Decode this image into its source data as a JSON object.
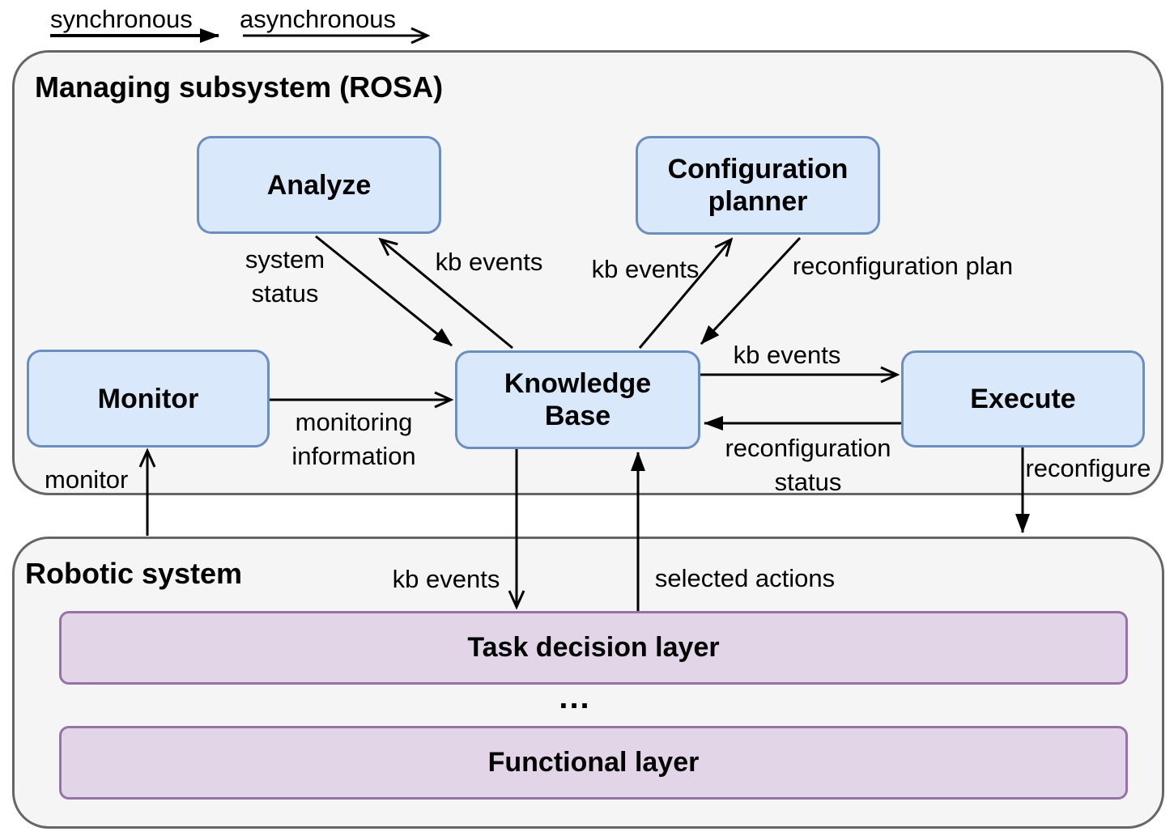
{
  "legend": {
    "synchronous_label": "synchronous",
    "asynchronous_label": "asynchronous"
  },
  "containers": {
    "managing": {
      "title": "Managing subsystem (ROSA)"
    },
    "robotic": {
      "title": "Robotic system"
    }
  },
  "nodes": {
    "analyze": {
      "label": "Analyze"
    },
    "configuration_planner": {
      "label": "Configuration\nplanner"
    },
    "monitor": {
      "label": "Monitor"
    },
    "knowledge_base": {
      "label": "Knowledge\nBase"
    },
    "execute": {
      "label": "Execute"
    },
    "task_decision_layer": {
      "label": "Task decision layer"
    },
    "functional_layer": {
      "label": "Functional layer"
    },
    "layers_ellipsis": "..."
  },
  "edges": {
    "system_status": {
      "label": "system\nstatus",
      "from": "analyze",
      "to": "knowledge_base",
      "type": "synchronous"
    },
    "kb_events_to_analyze": {
      "label": "kb events",
      "from": "knowledge_base",
      "to": "analyze",
      "type": "asynchronous"
    },
    "kb_events_to_config_planner": {
      "label": "kb events",
      "from": "knowledge_base",
      "to": "configuration_planner",
      "type": "asynchronous"
    },
    "reconfiguration_plan": {
      "label": "reconfiguration plan",
      "from": "configuration_planner",
      "to": "knowledge_base",
      "type": "synchronous"
    },
    "monitoring_information": {
      "label": "monitoring\ninformation",
      "from": "monitor",
      "to": "knowledge_base",
      "type": "asynchronous"
    },
    "kb_events_to_execute": {
      "label": "kb events",
      "from": "knowledge_base",
      "to": "execute",
      "type": "asynchronous"
    },
    "reconfiguration_status": {
      "label": "reconfiguration\nstatus",
      "from": "execute",
      "to": "knowledge_base",
      "type": "synchronous"
    },
    "monitor": {
      "label": "monitor",
      "from": "robotic_system",
      "to": "monitor",
      "type": "asynchronous"
    },
    "kb_events_to_task_layer": {
      "label": "kb events",
      "from": "knowledge_base",
      "to": "task_decision_layer",
      "type": "asynchronous"
    },
    "selected_actions": {
      "label": "selected actions",
      "from": "task_decision_layer",
      "to": "knowledge_base",
      "type": "synchronous"
    },
    "reconfigure": {
      "label": "reconfigure",
      "from": "execute",
      "to": "robotic_system",
      "type": "synchronous"
    }
  },
  "colors": {
    "node_fill": "#dae8fc",
    "node_border": "#6c8ebf",
    "layer_fill": "#e1d5e7",
    "layer_border": "#9673a6",
    "container_fill": "#f5f5f5",
    "container_border": "#666666",
    "arrow": "#000000",
    "text": "#000000"
  }
}
